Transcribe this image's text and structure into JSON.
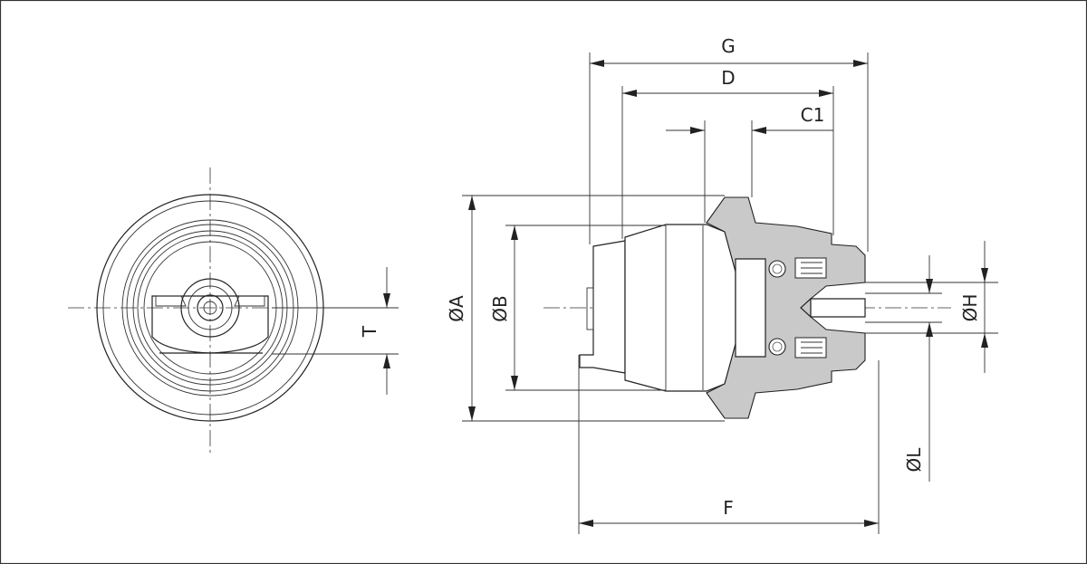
{
  "drawing": {
    "border_color": "#333333",
    "section_fill": "#c9c9c9",
    "line_color": "#222222"
  },
  "labels": {
    "G": "G",
    "D": "D",
    "C1": "C1",
    "A": "ØA",
    "B": "ØB",
    "F": "F",
    "H": "ØH",
    "L": "ØL",
    "T": "T"
  }
}
